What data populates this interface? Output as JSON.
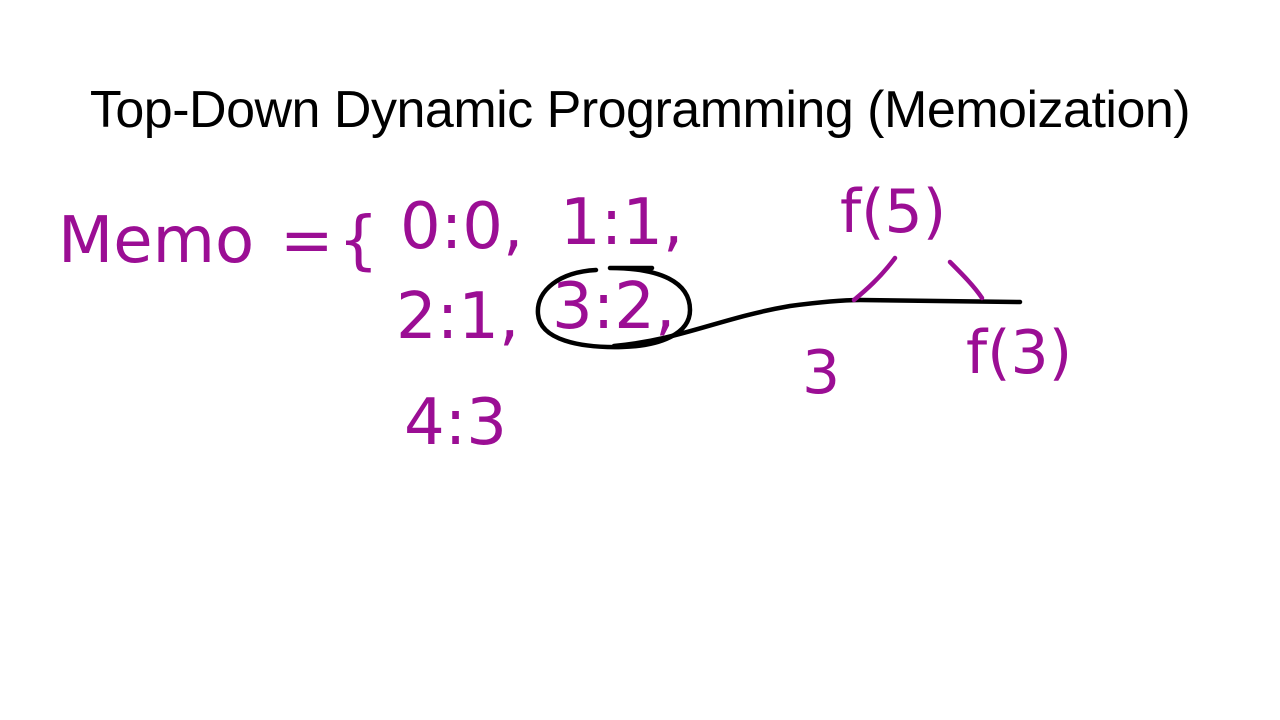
{
  "slide": {
    "title": "Top-Down Dynamic Programming (Memoization)"
  },
  "memo": {
    "label": "Memo",
    "equals": "=",
    "open_brace": "{",
    "entries": [
      {
        "text": "0:0,"
      },
      {
        "text": "1:1,"
      },
      {
        "text": "2:1,"
      },
      {
        "text": "3:2,"
      },
      {
        "text": "4:3"
      }
    ],
    "highlighted_entry": "3:2,"
  },
  "tree": {
    "root": "f(5)",
    "left_child": "3",
    "right_child": "f(3)"
  },
  "colors": {
    "ink": "#9b0e94",
    "annotation": "#000000",
    "background": "#ffffff"
  }
}
